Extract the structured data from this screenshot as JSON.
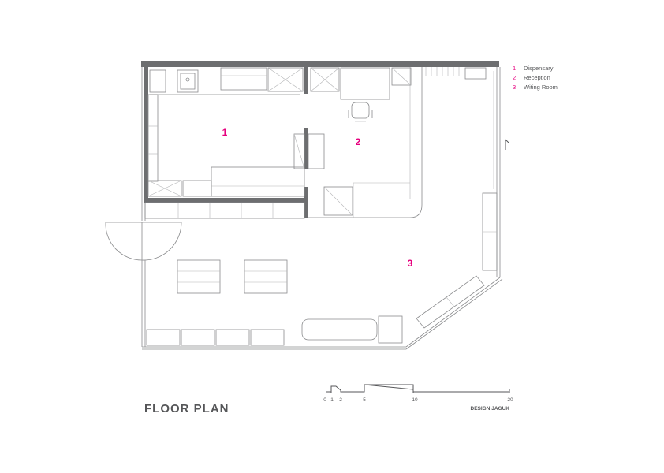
{
  "title": "FLOOR PLAN",
  "accent_color": "#e6007e",
  "wall_color": "#6d6e70",
  "rooms": [
    {
      "number": "1",
      "name": "Dispensary"
    },
    {
      "number": "2",
      "name": "Reception"
    },
    {
      "number": "3",
      "name": "Witing Room"
    }
  ],
  "scale_bar": {
    "ticks": [
      "0",
      "1",
      "2",
      "5",
      "10",
      "20"
    ]
  },
  "credit": "DESIGN JAGUK"
}
